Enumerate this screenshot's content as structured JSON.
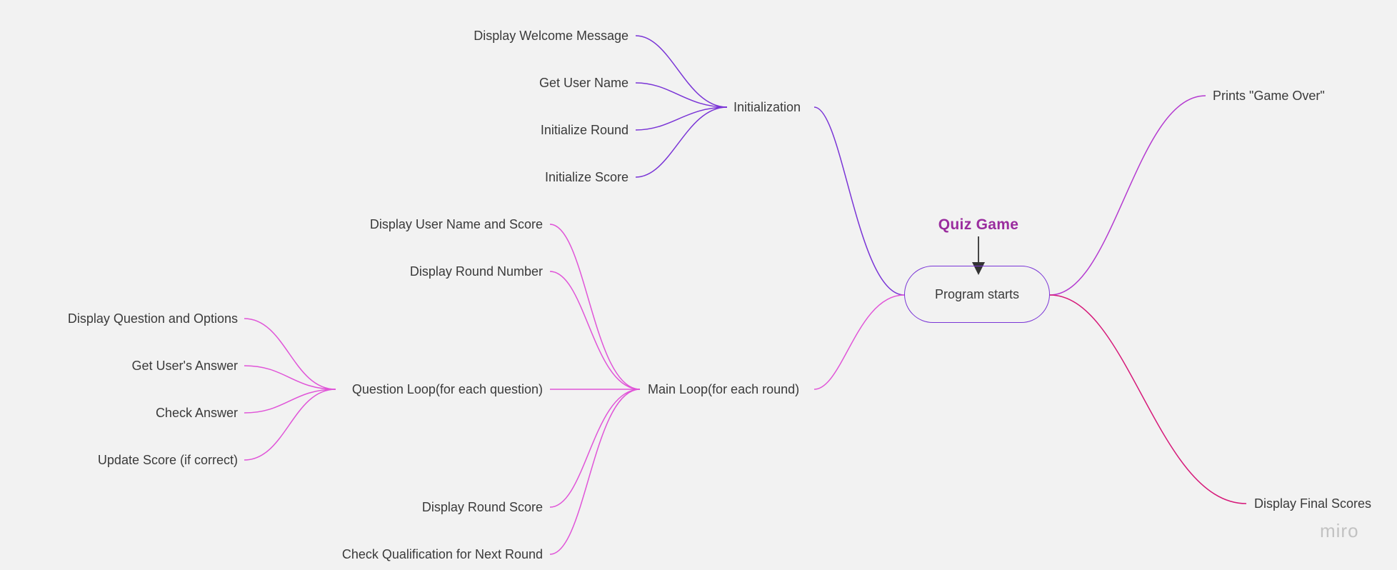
{
  "diagram": {
    "title": "Quiz Game",
    "root": "Program starts",
    "initialization": {
      "label": "Initialization",
      "children": [
        "Display Welcome Message",
        "Get User Name",
        "Initialize Round",
        "Initialize Score"
      ]
    },
    "main_loop": {
      "label": "Main Loop(for each round)",
      "children": [
        "Display User Name and Score",
        "Display Round Number",
        "Question Loop(for each question)",
        "Display Round Score",
        "Check Qualification for Next Round"
      ]
    },
    "question_loop": {
      "label": "Question Loop(for each question)",
      "children": [
        "Display Question and Options",
        "Get User's Answer",
        "Check Answer",
        "Update Score (if correct)"
      ]
    },
    "right_branch": [
      "Prints \"Game Over\"",
      "Display Final Scores"
    ]
  },
  "colors": {
    "background": "#f2f2f2",
    "purple": "#7a34d6",
    "pink": "#e055d8",
    "magenta": "#d61a7a",
    "title": "#9a2c9e"
  },
  "watermark": "miro"
}
